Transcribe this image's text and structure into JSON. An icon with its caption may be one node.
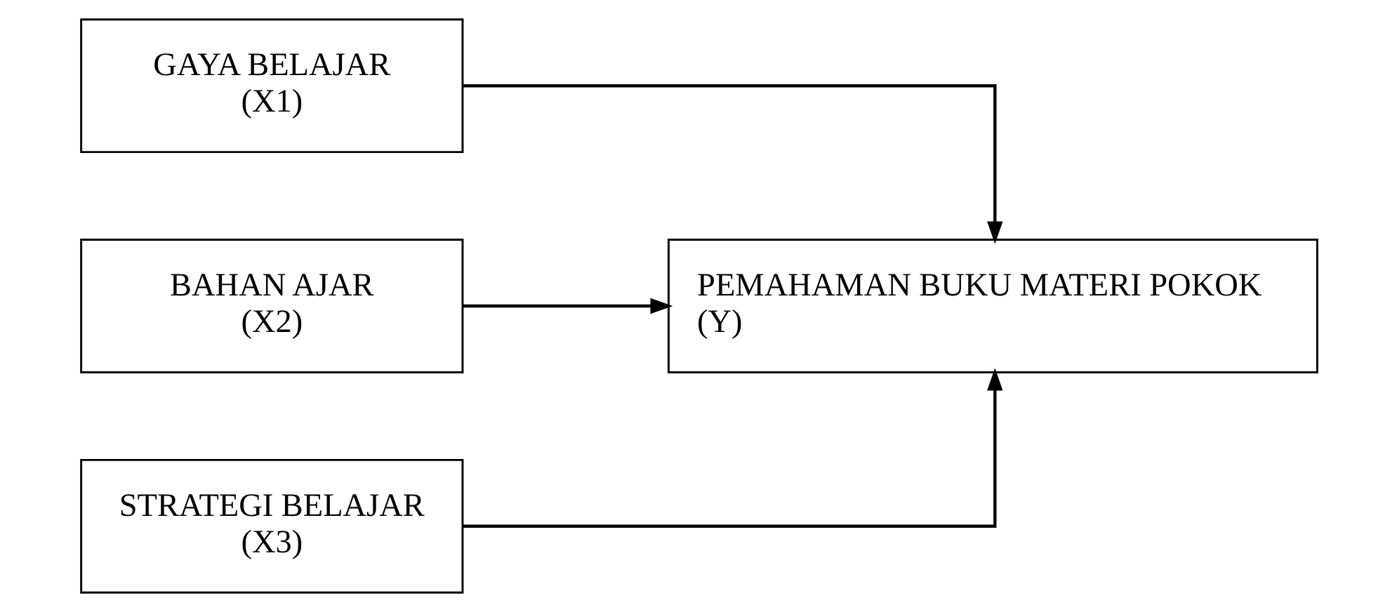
{
  "diagram": {
    "nodes": [
      {
        "text": [
          "GAYA BELAJAR",
          "(X1)"
        ]
      },
      {
        "text": [
          "BAHAN AJAR",
          "(X2)"
        ]
      },
      {
        "text": [
          "STRATEGI BELAJAR",
          "(X3)"
        ]
      },
      {
        "text": [
          "PEMAHAMAN BUKU MATERI POKOK",
          "(Y)"
        ]
      }
    ],
    "edges": [
      {
        "from": 0,
        "to": 3,
        "arrow": "to"
      },
      {
        "from": 1,
        "to": 3,
        "arrow": "to"
      },
      {
        "from": 2,
        "to": 3,
        "arrow": "to"
      }
    ]
  }
}
